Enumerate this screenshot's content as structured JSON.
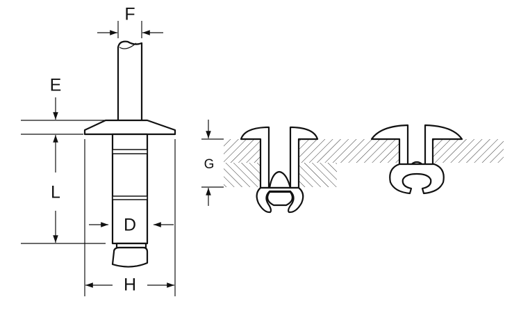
{
  "diagram": {
    "labels": {
      "F": "F",
      "E": "E",
      "L": "L",
      "D": "D",
      "H": "H",
      "G": "G"
    },
    "colors": {
      "line": "#111111",
      "background": "#ffffff"
    }
  }
}
